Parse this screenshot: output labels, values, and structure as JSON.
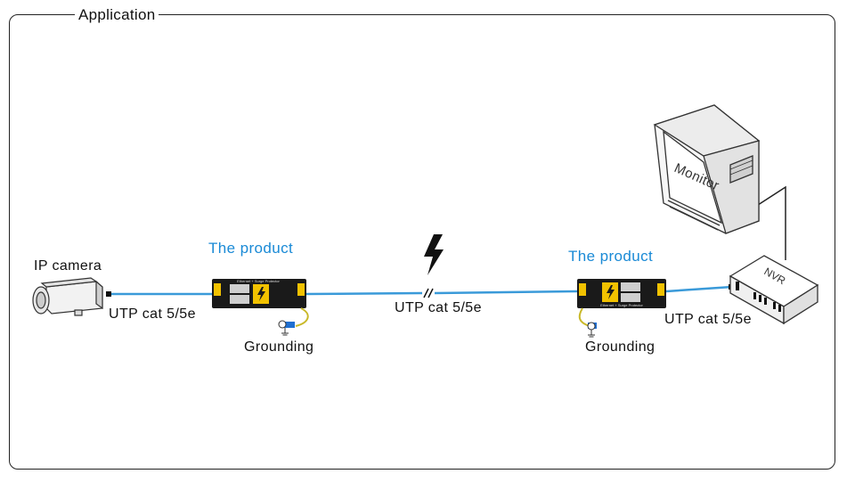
{
  "frame": {
    "title": "Application"
  },
  "labels": {
    "ip_camera": "IP camera",
    "product_left": "The product",
    "product_right": "The product",
    "cable_left": "UTP  cat 5/5e",
    "cable_middle": "UTP  cat 5/5e",
    "cable_right": "UTP  cat 5/5e",
    "grounding_left": "Grounding",
    "grounding_right": "Grounding",
    "monitor": "Monitor",
    "nvr": "NVR"
  },
  "device_text": {
    "product_left_print": "Ethernet + Surge Protector",
    "product_right_print": "Ethernet + Surge Protector"
  },
  "colors": {
    "cable": "#3a9ad9",
    "product_body": "#1a1a1a",
    "product_accent": "#f2c200",
    "ground_wire": "#c9b92a",
    "ground_terminal": "#1f6fd1",
    "label_accent": "#1a8ad6"
  },
  "icons": {
    "lightning": "lightning-icon",
    "camera": "ip-camera-icon",
    "monitor": "monitor-icon",
    "nvr": "nvr-icon",
    "product": "surge-protector-icon",
    "ground": "ground-icon"
  }
}
